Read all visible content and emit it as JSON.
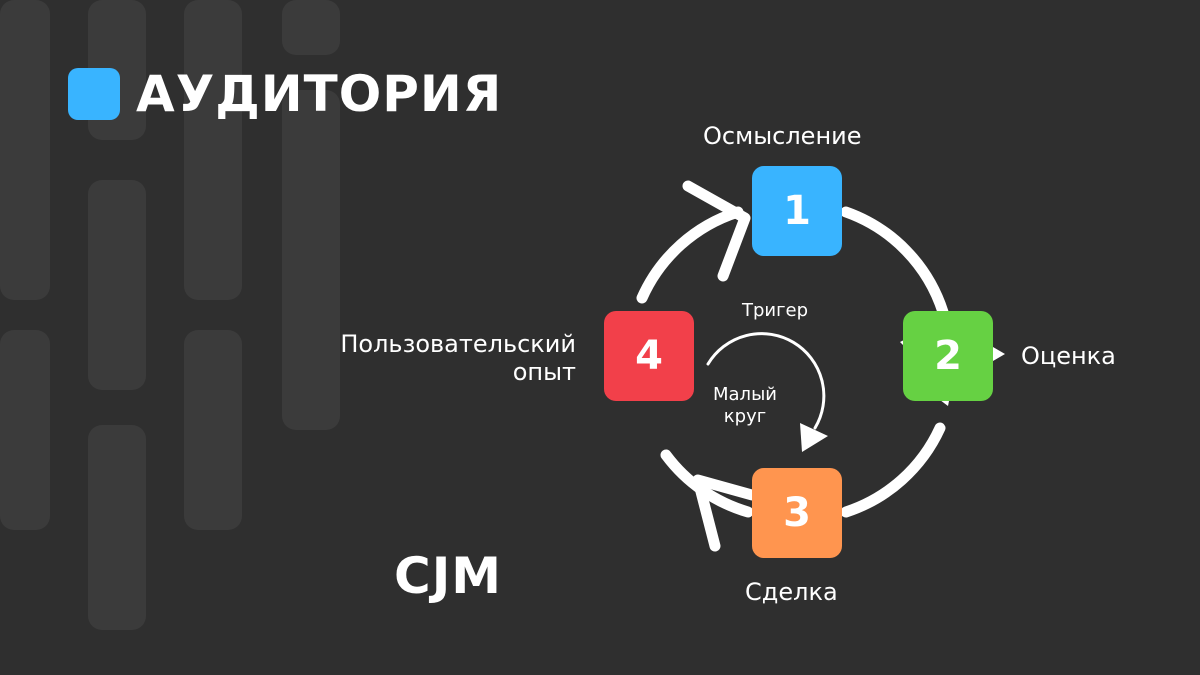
{
  "title": "АУДИТОРИЯ",
  "subtitle": "CJM",
  "colors": {
    "background": "#2f2f2f",
    "accent": "#39b4ff",
    "stage1": "#39b4ff",
    "stage2": "#66d143",
    "stage3": "#ff954f",
    "stage4": "#f2404a"
  },
  "stages": [
    {
      "number": "1",
      "label": "Осмысление"
    },
    {
      "number": "2",
      "label": "Оценка"
    },
    {
      "number": "3",
      "label": "Сделка"
    },
    {
      "number": "4",
      "label_line1": "Пользовательский",
      "label_line2": "опыт"
    }
  ],
  "inner_cycle": {
    "trigger": "Тригер",
    "label_line1": "Малый",
    "label_line2": "круг"
  }
}
